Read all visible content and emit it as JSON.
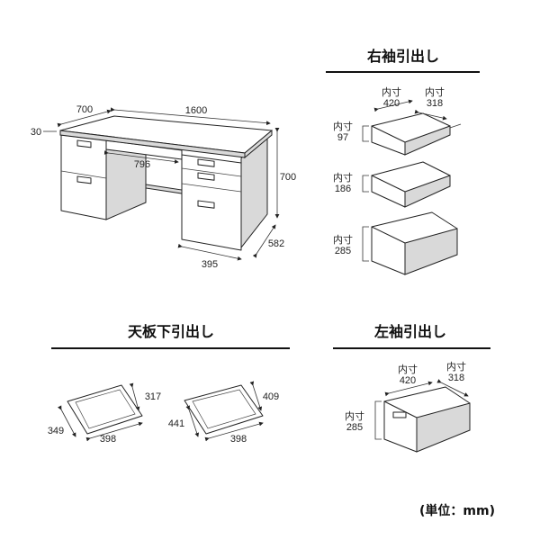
{
  "sections": {
    "right_drawer_title": "右袖引出し",
    "top_drawer_title": "天板下引出し",
    "left_drawer_title": "左袖引出し"
  },
  "desk": {
    "depth": "700",
    "width": "1600",
    "top_thickness": "30",
    "knee_width": "796",
    "height": "700",
    "pedestal_depth": "582",
    "pedestal_width": "395"
  },
  "right_drawers": {
    "inner_label": "内寸",
    "width": "420",
    "depth": "318",
    "heights": [
      "97",
      "186",
      "285"
    ]
  },
  "top_drawers": [
    {
      "width": "398",
      "depth": "317",
      "side": "349"
    },
    {
      "width": "398",
      "depth": "409",
      "side": "441"
    }
  ],
  "left_drawer": {
    "inner_label": "内寸",
    "width": "420",
    "depth": "318",
    "height": "285"
  },
  "unit_note": "(単位：mm)"
}
